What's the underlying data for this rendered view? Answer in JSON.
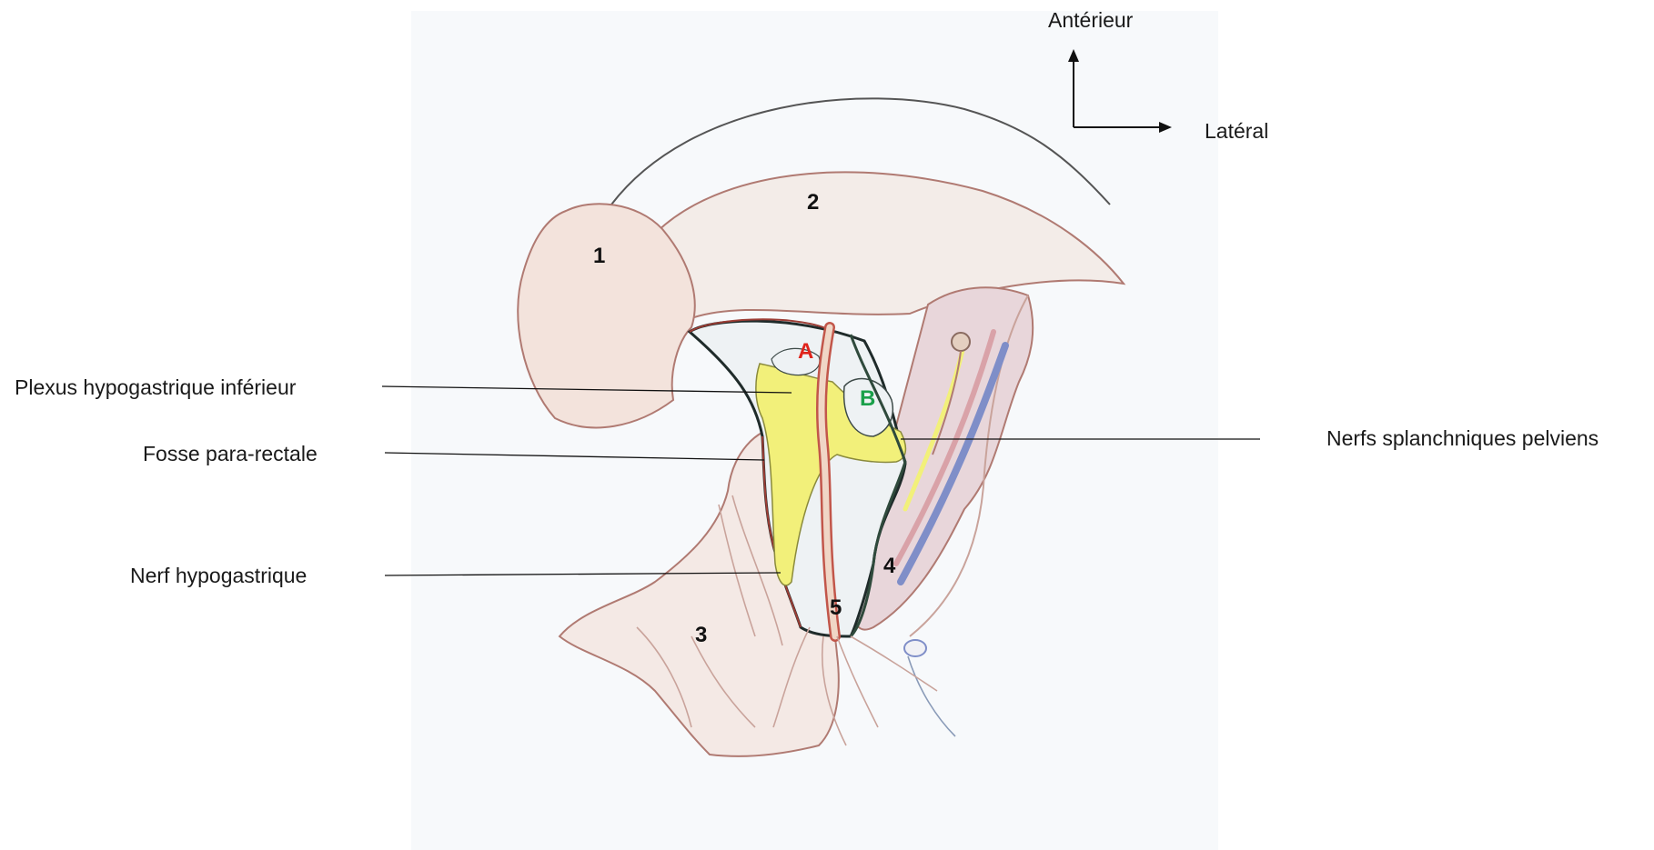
{
  "orientation": {
    "anterior": "Antérieur",
    "lateral": "Latéral"
  },
  "labels": {
    "inferior_hypogastric_plexus": "Plexus hypogastrique inférieur",
    "pararectal_fossa": "Fosse para-rectale",
    "hypogastric_nerve": "Nerf hypogastrique",
    "pelvic_splanchnic_nerves": "Nerfs splanchniques pelviens"
  },
  "markers": {
    "n1": "1",
    "n2": "2",
    "n3": "3",
    "n4": "4",
    "n5": "5",
    "region_a": "A",
    "region_b": "B"
  },
  "colors": {
    "outline": "#b07a72",
    "tissue_pink": "#f5e4de",
    "window_bg": "#eef2f4",
    "dark_border": "#1f2b2a",
    "ureter_red": "#c2564a",
    "ureter_fill": "#f0d6c6",
    "nerve_yellow": "#f2f07a",
    "vessel_blue": "#7f8ec8",
    "vessel_red": "#d9a2a8",
    "marker_red": "#e0241c",
    "marker_green": "#1aa04a",
    "marker_black": "#111111"
  }
}
